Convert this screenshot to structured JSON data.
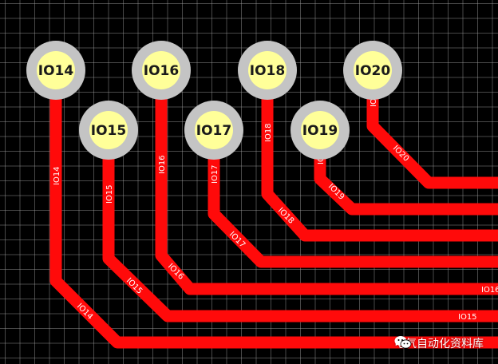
{
  "colors": {
    "trace": "#ff0a0a",
    "pad_ring": "#c4c4c4",
    "pad_core": "#ffff99",
    "grid": "#a0a0a0",
    "background": "#000000"
  },
  "pads": [
    {
      "id": "IO14",
      "label": "IO14"
    },
    {
      "id": "IO15",
      "label": "IO15"
    },
    {
      "id": "IO16",
      "label": "IO16"
    },
    {
      "id": "IO17",
      "label": "IO17"
    },
    {
      "id": "IO18",
      "label": "IO18"
    },
    {
      "id": "IO19",
      "label": "IO19"
    },
    {
      "id": "IO20",
      "label": "IO20"
    }
  ],
  "trace_labels": {
    "io14_vertical": "IO14",
    "io14_diagonal": "IO14",
    "io15_vertical": "IO15",
    "io15_diagonal": "IO15",
    "io15_horizontal": "IO15",
    "io16_vertical": "IO16",
    "io16_diagonal": "IO16",
    "io16_horizontal": "IO16",
    "io17_vertical": "IO17",
    "io17_diagonal": "IO17",
    "io18_vertical": "IO18",
    "io18_diagonal": "IO18",
    "io19_vertical": "IO",
    "io19_diagonal": "IO19",
    "io20_vertical": "IO",
    "io20_diagonal": "IO20"
  },
  "watermark": {
    "text": "电气自动化资料库",
    "icon": "wechat-icon"
  }
}
